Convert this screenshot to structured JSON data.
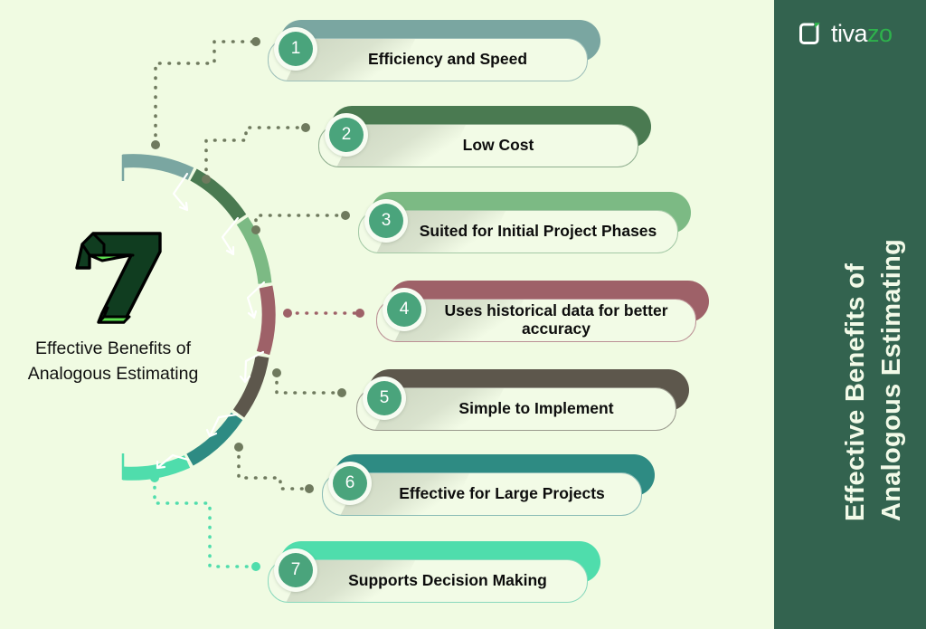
{
  "background_color": "#f0fbe2",
  "panel": {
    "background_color": "#33634f",
    "logo": {
      "icon": "tivazo-square-icon",
      "text_primary": "tiva",
      "text_accent": "zo",
      "accent_color": "#2eb24c"
    },
    "title_line1": "Effective Benefits of",
    "title_line2": "Analogous Estimating"
  },
  "hero": {
    "number": "7",
    "number_fill": "#103d20",
    "number_edge": "#5ce04f",
    "caption_line1": "Effective Benefits of",
    "caption_line2": "Analogous Estimating"
  },
  "items": [
    {
      "number": "1",
      "label": "Efficiency and Speed",
      "color": "#7aa6a1",
      "border": "#9dbfb9"
    },
    {
      "number": "2",
      "label": "Low Cost",
      "color": "#4a7a51",
      "border": "#8fae8f"
    },
    {
      "number": "3",
      "label": "Suited for Initial Project Phases",
      "color": "#7cba84",
      "border": "#a4c9a6"
    },
    {
      "number": "4",
      "label": "Uses historical data for better accuracy",
      "color": "#9e6168",
      "border": "#bb9095"
    },
    {
      "number": "5",
      "label": "Simple to Implement",
      "color": "#5d574c",
      "border": "#9a9a8e"
    },
    {
      "number": "6",
      "label": "Effective for Large Projects",
      "color": "#2e8b83",
      "border": "#8bbcb6"
    },
    {
      "number": "7",
      "label": "Supports Decision Making",
      "color": "#4fddac",
      "border": "#8ad9bd"
    }
  ],
  "badge": {
    "fill_color": "#4aa47c",
    "ring_color": "#f7fcf2"
  }
}
